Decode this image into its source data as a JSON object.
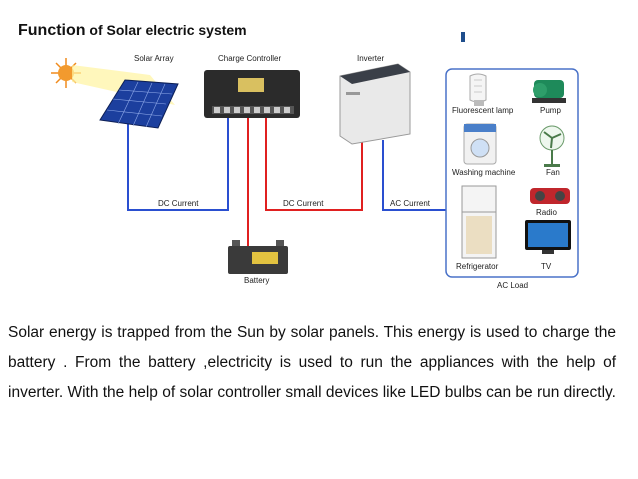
{
  "header": {
    "title_bold": "Function",
    "title_rest": " of Solar electric system"
  },
  "diagram": {
    "components": {
      "solar_array": "Solar Array",
      "charge_controller": "Charge Controller",
      "inverter": "Inverter",
      "battery": "Battery"
    },
    "wires": {
      "dc1": "DC Current",
      "dc2": "DC Current",
      "ac": "AC Current"
    },
    "load": {
      "title": "AC Load",
      "items": [
        "Fluorescent lamp",
        "Pump",
        "Washing machine",
        "Fan",
        "Radio",
        "Refrigerator",
        "TV"
      ]
    },
    "colors": {
      "dc_negative": "#2a4fd0",
      "dc_positive": "#e02020",
      "ac_line": "#2a4fd0",
      "sun": "#f08a1c",
      "panel": "#1c3f9e"
    }
  },
  "body": {
    "paragraph": "Solar energy is trapped from the Sun by solar panels. This energy is used to charge the battery . From the battery ,electricity is used to run the appliances with the help of inverter. With the help of solar controller small devices like LED bulbs can be run directly."
  }
}
